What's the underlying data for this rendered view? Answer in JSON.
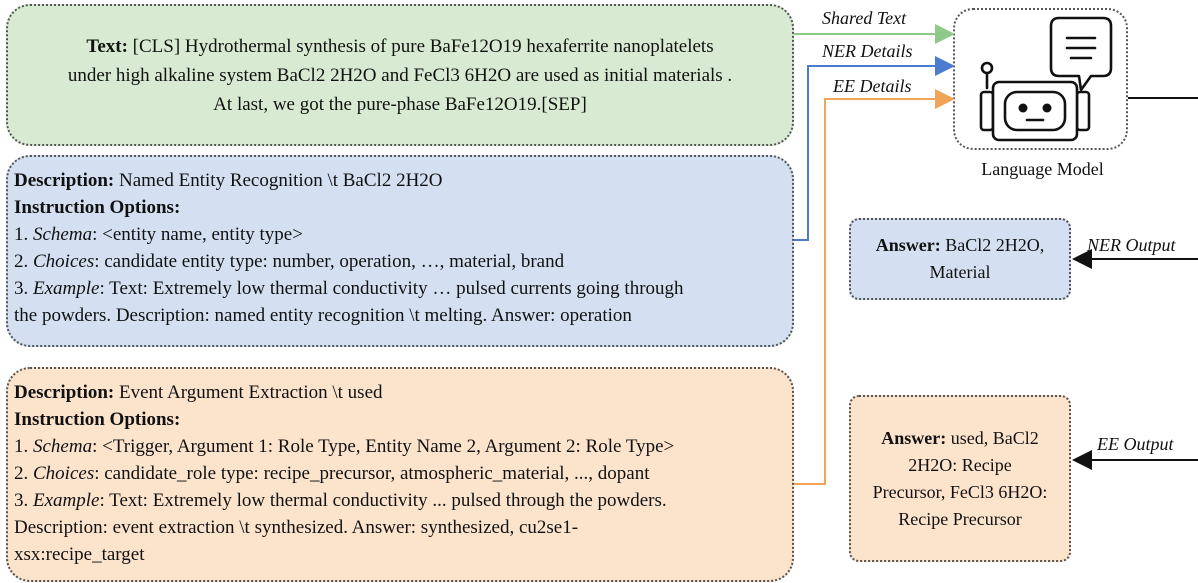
{
  "input_text": {
    "label": "Text:",
    "lines": [
      "[CLS] Hydrothermal synthesis of pure BaFe12O19 hexaferrite nanoplatelets",
      "under high alkaline system BaCl2 2H2O and FeCl3 6H2O are used as initial materials .",
      "At last, we got the pure-phase BaFe12O19.[SEP]"
    ]
  },
  "ner_prompt": {
    "description_label": "Description:",
    "description": "Named Entity Recognition \\t BaCl2 2H2O",
    "options_label": "Instruction Options:",
    "schema_prefix": "1.",
    "schema_label": "Schema",
    "schema": ": <entity name, entity type>",
    "choices_prefix": "2.",
    "choices_label": "Choices",
    "choices": ": candidate entity type: number, operation, …, material, brand",
    "example_prefix": "3.",
    "example_label": "Example",
    "example": ": Text: Extremely low thermal conductivity … pulsed currents going through",
    "example_cont": "the powders. Description: named entity recognition \\t melting. Answer: operation"
  },
  "ee_prompt": {
    "description_label": "Description:",
    "description": "Event Argument Extraction \\t used",
    "options_label": "Instruction Options:",
    "schema_prefix": "1.",
    "schema_label": "Schema",
    "schema": ": <Trigger, Argument 1: Role Type, Entity Name 2, Argument 2: Role Type>",
    "choices_prefix": "2.",
    "choices_label": "Choices",
    "choices": ": candidate_role type: recipe_precursor, atmospheric_material, ..., dopant",
    "example_prefix": "3.",
    "example_label": "Example",
    "example": ": Text: Extremely low thermal conductivity ... pulsed through the powders.",
    "example_cont1": "Description: event extraction \\t synthesized. Answer: synthesized, cu2se1-",
    "example_cont2": "xsx:recipe_target"
  },
  "arrows": {
    "shared_text": "Shared Text",
    "ner_details": "NER Details",
    "ee_details": "EE Details",
    "ner_output": "NER Output",
    "ee_output": "EE Output"
  },
  "model": {
    "label": "Language Model",
    "icon": "robot-chat-icon"
  },
  "ner_answer": {
    "label": "Answer:",
    "line1": "BaCl2 2H2O,",
    "line2": "Material"
  },
  "ee_answer": {
    "label": "Answer:",
    "line1": "used, BaCl2",
    "line2": "2H2O: Recipe",
    "line3": "Precursor, FeCl3 6H2O:",
    "line4": "Recipe Precursor"
  },
  "colors": {
    "text_fill": "#d9ead3",
    "ner_fill": "#d4e0f2",
    "ee_fill": "#fce3cc",
    "shared_arrow": "#8fc98a",
    "ner_arrow": "#4a7bd1",
    "ee_arrow": "#f0a45a"
  }
}
